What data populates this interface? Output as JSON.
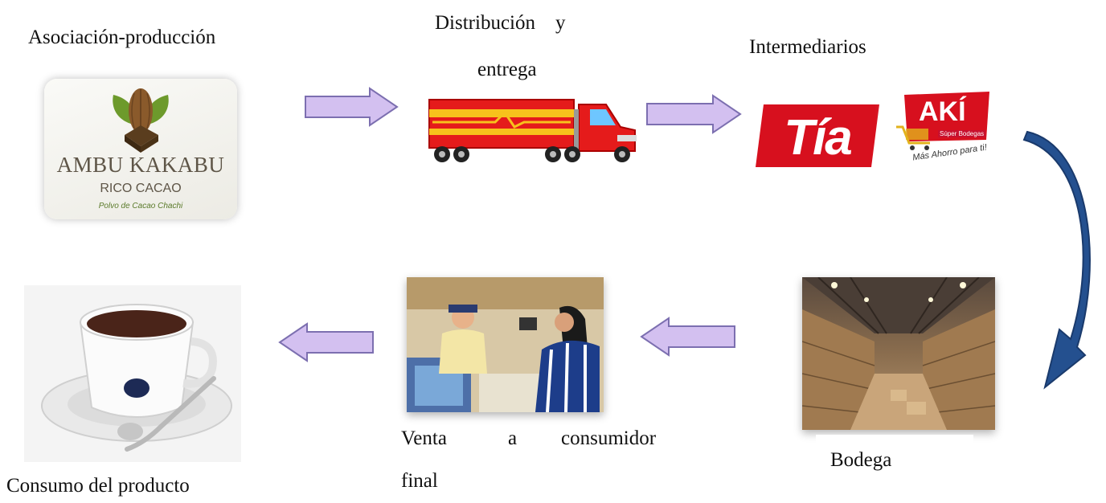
{
  "labels": {
    "association": "Asociación-producción",
    "distribution_line1": "Distribución    y",
    "distribution_line2": "entrega",
    "intermediaries": "Intermediarios",
    "warehouse": "Bodega",
    "sale_line1_word1": "Venta",
    "sale_line1_word2": "a",
    "sale_line1_word3": "consumidor",
    "sale_line2": "final",
    "consumption": "Consumo del producto"
  },
  "logo": {
    "name": "AMBU KAKABU",
    "subtitle": "RICO CACAO",
    "tagline": "Polvo de Cacao Chachi"
  },
  "stores": {
    "tia": "Tía",
    "aki": "AKÍ",
    "aki_sub": "Súper Bodegas",
    "aki_slogan": "Más Ahorro para ti!"
  },
  "colors": {
    "arrow_fill": "#d3c0f0",
    "arrow_stroke": "#7c6fb0",
    "curve_arrow": "#24508f",
    "brand_red": "#d7101e"
  }
}
